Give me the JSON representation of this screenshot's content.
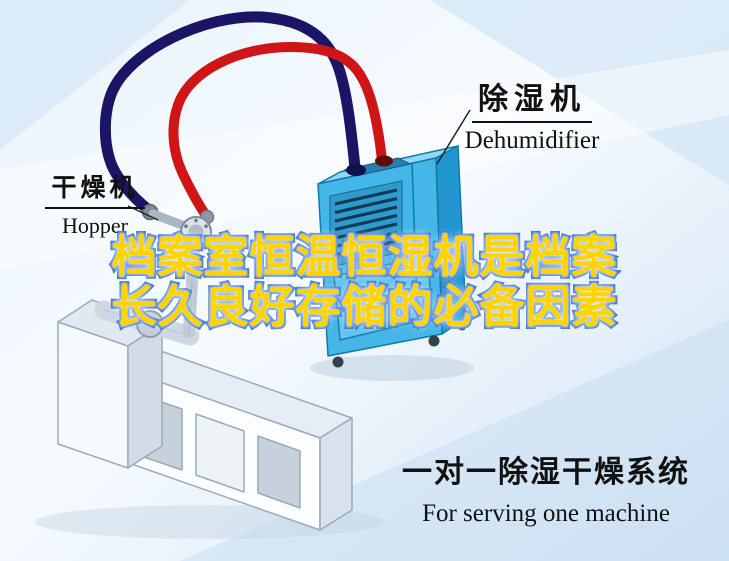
{
  "callouts": {
    "dehumidifier": {
      "zh": "除湿机",
      "en": "Dehumidifier"
    },
    "hopper": {
      "zh": "干燥机",
      "en": "Hopper"
    }
  },
  "headline": {
    "line1": "档案室恒温恒湿机是档案",
    "line2": "长久良好存储的必备因素"
  },
  "caption": {
    "zh": "一对一除湿干燥系统",
    "en": "For serving one machine"
  },
  "colors": {
    "pipe_cold": "#1c1566",
    "pipe_hot": "#cf1515",
    "machine_front": "#45b6e8",
    "machine_top": "#90d7f6",
    "machine_side": "#2196cf",
    "headline_fill": "#ffd400",
    "headline_outline": "#2e6ad1",
    "background_tint": "#d2e4f5"
  }
}
